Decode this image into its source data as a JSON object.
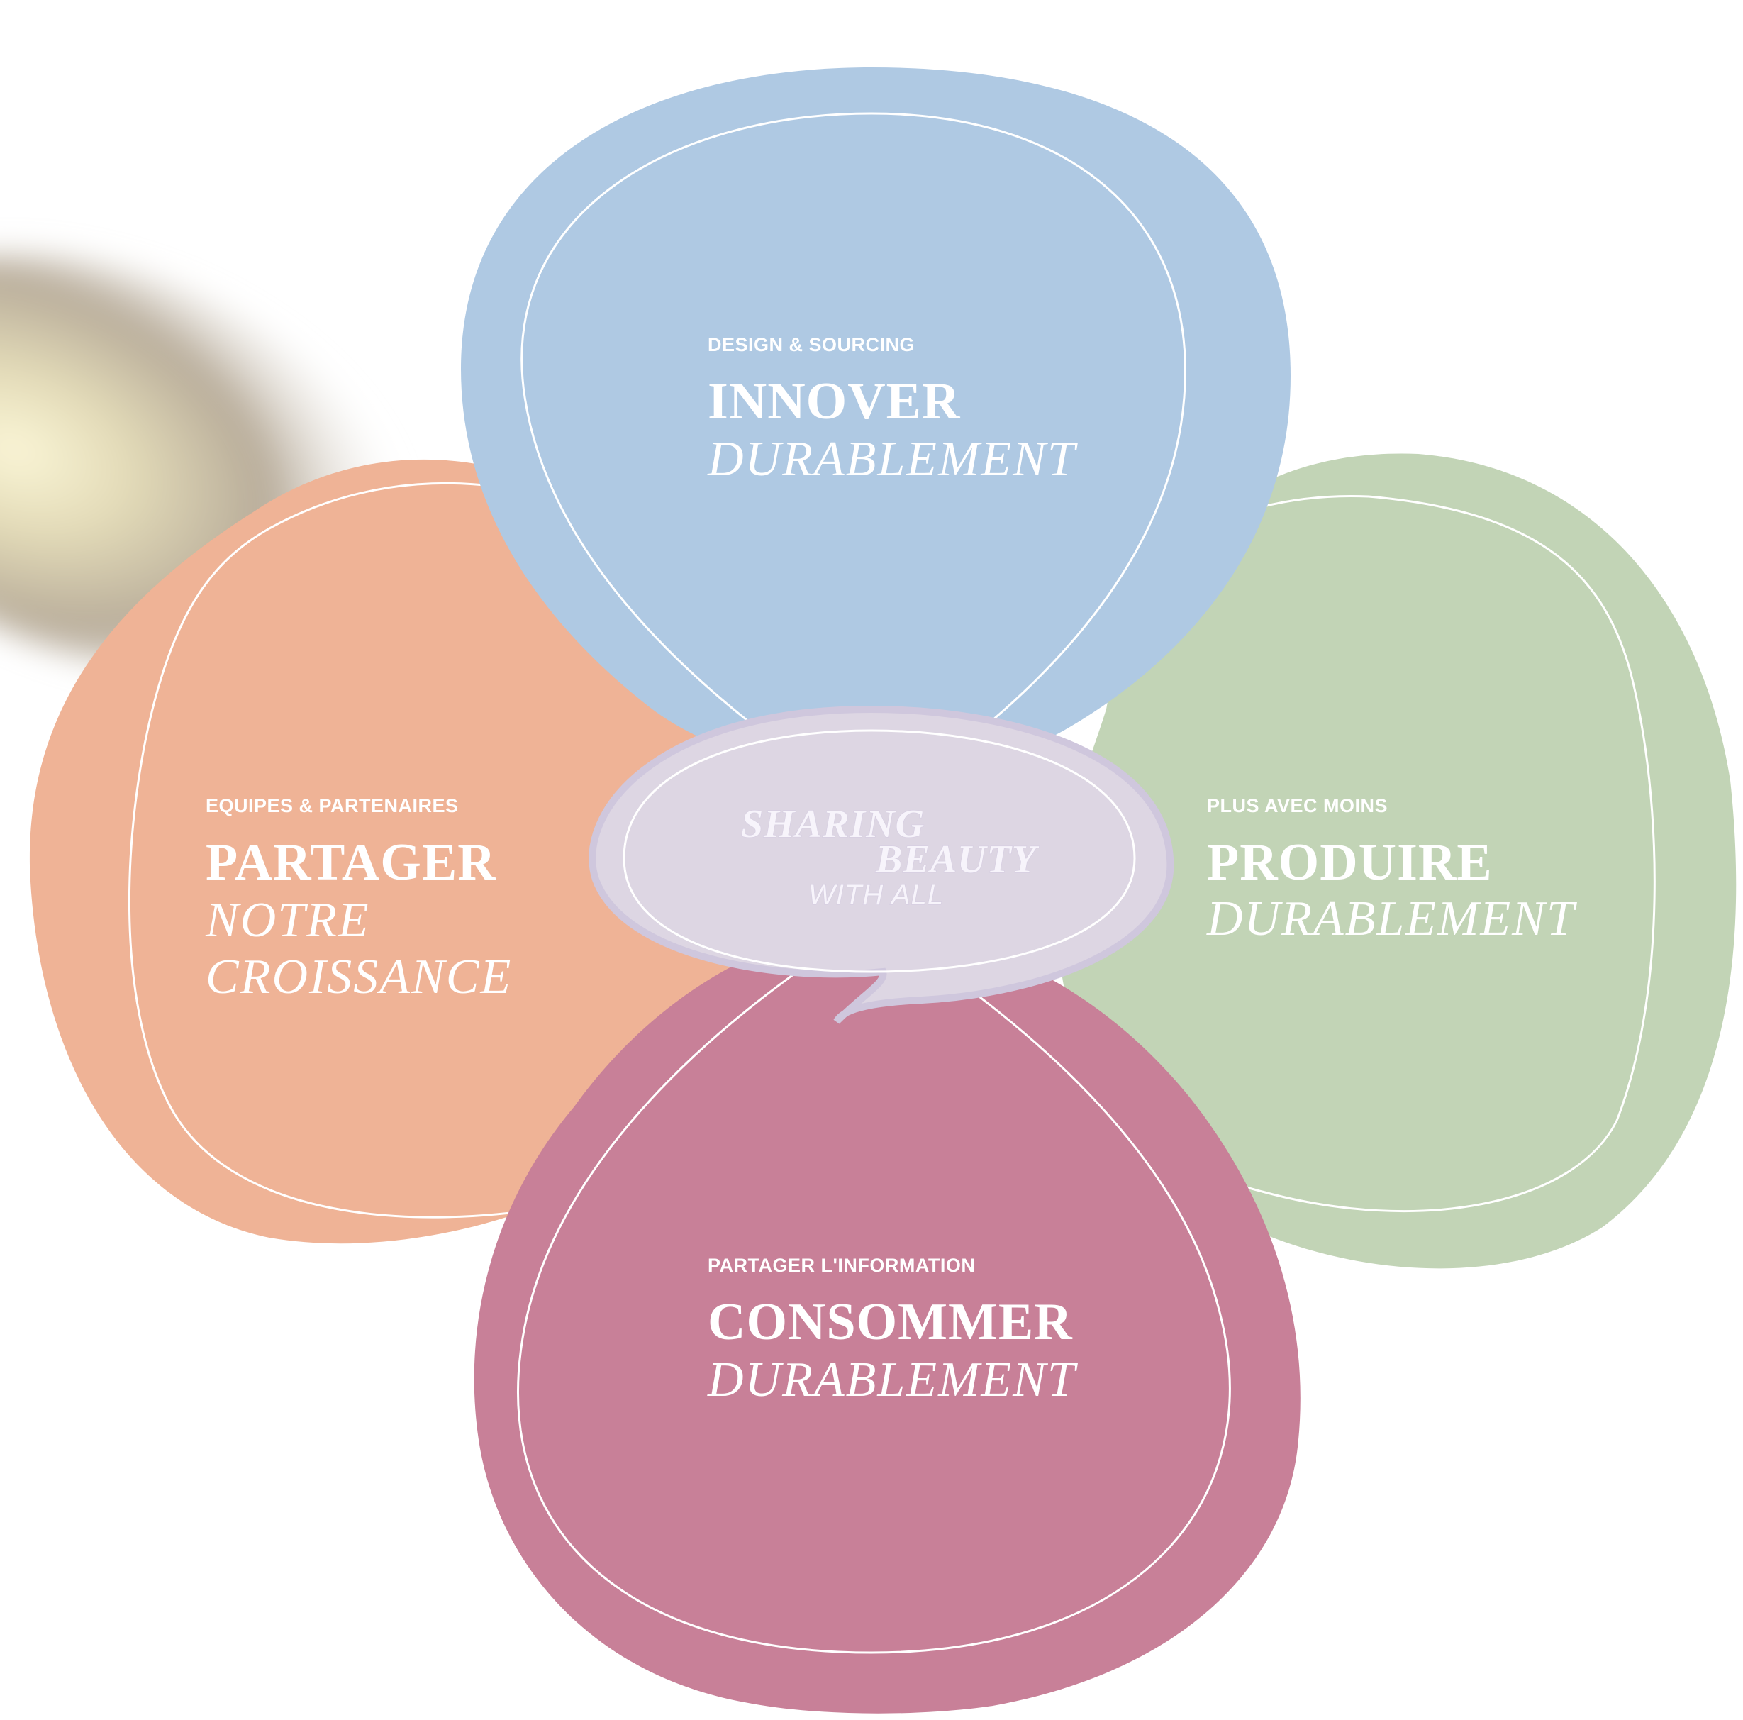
{
  "colors": {
    "background": "#ffffff",
    "innover": "#afc9e3",
    "produire": "#c2d4b6",
    "consommer": "#c88098",
    "partager": "#efb396",
    "center": "#ddd6e3",
    "center_border": "#cfc7dd",
    "text": "#ffffff",
    "lamp_glow": "#b9ac97"
  },
  "center": {
    "line1": "SHARING",
    "line2": "BEAUTY",
    "line3": "WITH ALL"
  },
  "petals": {
    "innover": {
      "kicker": "DESIGN & SOURCING",
      "title": "INNOVER",
      "subtitle": "DURABLEMENT"
    },
    "produire": {
      "kicker": "PLUS AVEC MOINS",
      "title": "PRODUIRE",
      "subtitle": "DURABLEMENT"
    },
    "consommer": {
      "kicker": "PARTAGER L'INFORMATION",
      "title": "CONSOMMER",
      "subtitle": "DURABLEMENT"
    },
    "partager": {
      "kicker": "EQUIPES & PARTENAIRES",
      "title": "PARTAGER",
      "subtitle_line1": "NOTRE",
      "subtitle_line2": "CROISSANCE"
    }
  }
}
